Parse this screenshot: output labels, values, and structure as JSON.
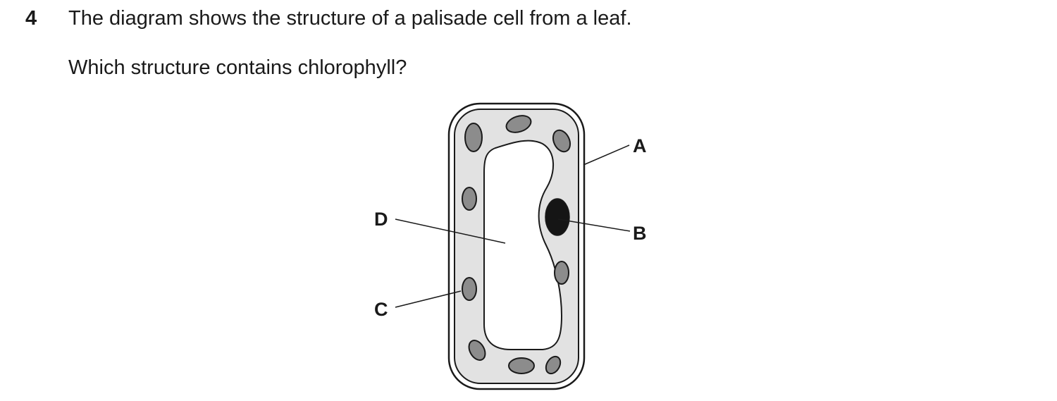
{
  "question": {
    "number": "4",
    "stem": "The diagram shows the structure of a palisade cell from a leaf.",
    "prompt": "Which structure contains chlorophyll?"
  },
  "diagram": {
    "labels": {
      "a": "A",
      "b": "B",
      "c": "C",
      "d": "D"
    },
    "colors": {
      "outline": "#1a1a1a",
      "cytoplasm": "#e2e2e2",
      "chloroplast": "#8c8c8c",
      "nucleus": "#151515",
      "vacuole": "#ffffff"
    }
  }
}
